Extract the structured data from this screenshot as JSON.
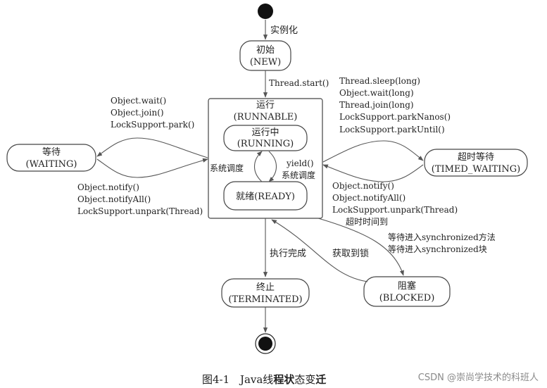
{
  "states": {
    "new": {
      "name": "初始",
      "sub": "(NEW)"
    },
    "runnable": {
      "name": "运行",
      "sub": "(RUNNABLE)"
    },
    "running": {
      "name": "运行中",
      "sub": "(RUNNING)"
    },
    "ready": {
      "name": "就绪(READY)"
    },
    "waiting": {
      "name": "等待",
      "sub": "(WAITING)"
    },
    "timed_waiting": {
      "name": "超时等待",
      "sub": "(TIMED_WAITING)"
    },
    "terminated": {
      "name": "终止",
      "sub": "(TERMINATED)"
    },
    "blocked": {
      "name": "阻塞",
      "sub": "(BLOCKED)"
    }
  },
  "edges": {
    "instantiate": "实例化",
    "start": "Thread.start()",
    "to_waiting": [
      "Object.wait()",
      "Object.join()",
      "LockSupport.park()"
    ],
    "from_waiting": [
      "Object.notify()",
      "Object.notifyAll()",
      "LockSupport.unpark(Thread)"
    ],
    "to_timed": [
      "Thread.sleep(long)",
      "Object.wait(long)",
      "Thread.join(long)",
      "LockSupport.parkNanos()",
      "LockSupport.parkUntil()"
    ],
    "from_timed": [
      "Object.notify()",
      "Object.notifyAll()",
      "LockSupport.unpark(Thread)"
    ],
    "timeout": "超时时间到",
    "sched_left": "系统调度",
    "yield": "yield()",
    "sched_right": "系统调度",
    "finish": "执行完成",
    "acquire_lock": "获取到锁",
    "enter_sync": [
      "等待进入synchronized方法",
      "等待进入synchronized块"
    ]
  },
  "caption": {
    "prefix": "图4-1",
    "text1": "Java线",
    "bold1": "程状",
    "text2": "态变",
    "bold2": "迁"
  },
  "watermark": "CSDN @崇尚学技术的科班人"
}
